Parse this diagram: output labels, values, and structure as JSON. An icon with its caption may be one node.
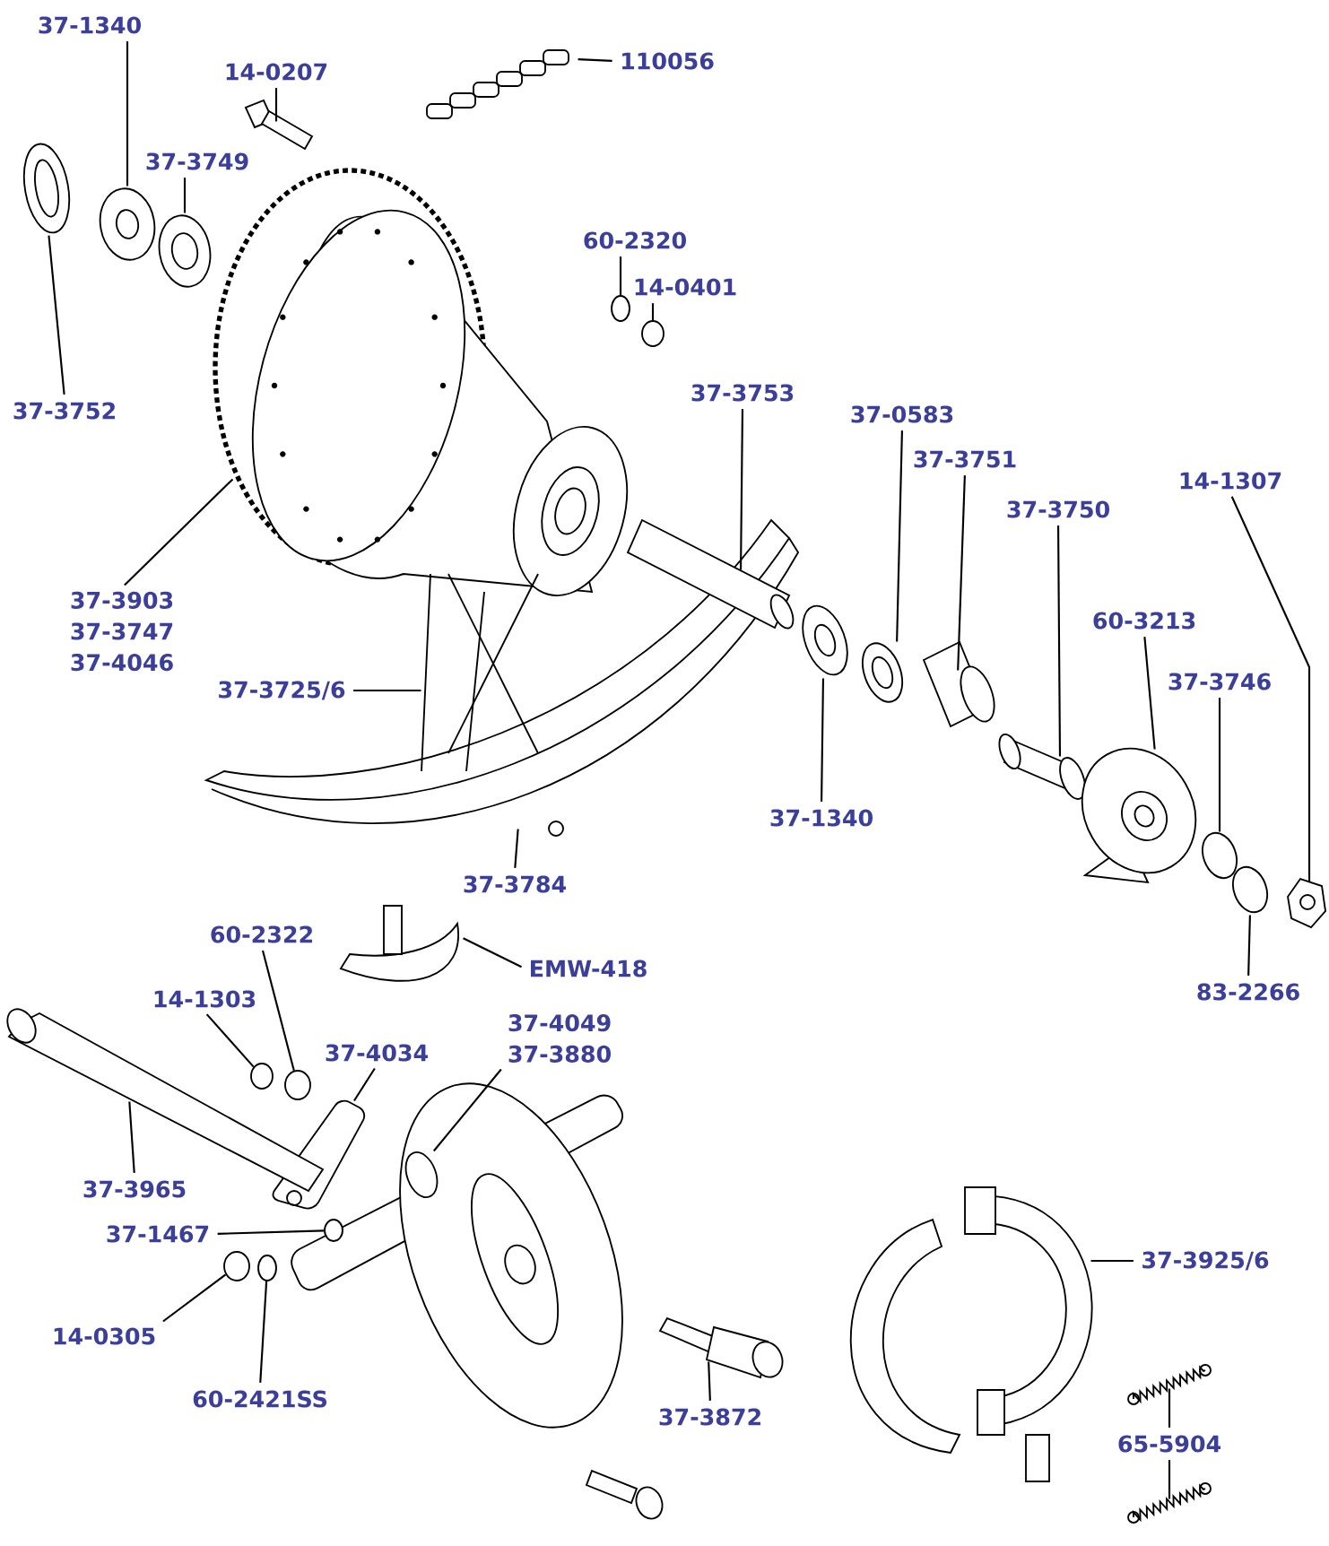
{
  "diagram": {
    "nodes": [
      {
        "text": [
          "37-1340"
        ]
      },
      {
        "text": [
          "14-0207"
        ]
      },
      {
        "text": [
          "110056"
        ]
      },
      {
        "text": [
          "37-3749"
        ]
      },
      {
        "text": [
          "37-3752"
        ]
      },
      {
        "text": [
          "60-2320"
        ]
      },
      {
        "text": [
          "14-0401"
        ]
      },
      {
        "text": [
          "37-3753"
        ]
      },
      {
        "text": [
          "37-0583"
        ]
      },
      {
        "text": [
          "37-3751"
        ]
      },
      {
        "text": [
          "37-3750"
        ]
      },
      {
        "text": [
          "14-1307"
        ]
      },
      {
        "text": [
          "60-3213"
        ]
      },
      {
        "text": [
          "37-3746"
        ]
      },
      {
        "text": [
          "37-1340"
        ]
      },
      {
        "text": [
          "37-3903",
          "37-3747",
          "37-4046"
        ]
      },
      {
        "text": [
          "37-3725/6"
        ]
      },
      {
        "text": [
          "37-3784"
        ]
      },
      {
        "text": [
          "83-2266"
        ]
      },
      {
        "text": [
          "60-2322"
        ]
      },
      {
        "text": [
          "EMW-418"
        ]
      },
      {
        "text": [
          "14-1303"
        ]
      },
      {
        "text": [
          "37-4034"
        ]
      },
      {
        "text": [
          "37-4049",
          "37-3880"
        ]
      },
      {
        "text": [
          "37-3965"
        ]
      },
      {
        "text": [
          "37-1467"
        ]
      },
      {
        "text": [
          "14-0305"
        ]
      },
      {
        "text": [
          "60-2421SS"
        ]
      },
      {
        "text": [
          "37-3872"
        ]
      },
      {
        "text": [
          "37-3925/6"
        ]
      },
      {
        "text": [
          "65-5904"
        ]
      },
      {
        "text": [],
        "shape": "picture"
      },
      {
        "text": [],
        "shape": "picture"
      },
      {
        "text": [],
        "shape": "picture"
      },
      {
        "text": [],
        "shape": "picture"
      },
      {
        "text": [],
        "shape": "picture"
      },
      {
        "text": [],
        "shape": "circle"
      },
      {
        "text": [],
        "shape": "circle"
      },
      {
        "text": [],
        "shape": "picture"
      },
      {
        "text": [],
        "shape": "picture"
      },
      {
        "text": [],
        "shape": "picture"
      },
      {
        "text": [],
        "shape": "picture"
      },
      {
        "text": [],
        "shape": "picture"
      },
      {
        "text": [],
        "shape": "picture"
      },
      {
        "text": [],
        "shape": "picture"
      },
      {
        "text": [],
        "shape": "picture"
      },
      {
        "text": [],
        "shape": "picture"
      },
      {
        "text": [],
        "shape": "picture"
      },
      {
        "text": [],
        "shape": "picture"
      },
      {
        "text": [],
        "shape": "picture"
      },
      {
        "text": [],
        "shape": "circle"
      },
      {
        "text": [],
        "shape": "picture"
      },
      {
        "text": [],
        "shape": "circle"
      },
      {
        "text": [],
        "shape": "picture"
      },
      {
        "text": [],
        "shape": "picture"
      },
      {
        "text": [],
        "shape": "picture"
      },
      {
        "text": [],
        "shape": "circle"
      },
      {
        "text": [],
        "shape": "circle"
      },
      {
        "text": [],
        "shape": "circle"
      },
      {
        "text": [],
        "shape": "picture"
      },
      {
        "text": [],
        "shape": "picture"
      },
      {
        "text": [],
        "shape": "picture"
      },
      {
        "text": [],
        "shape": "picture"
      }
    ],
    "edges": [
      {
        "from": 0,
        "to": 31,
        "arrow": "none"
      },
      {
        "from": 1,
        "to": 32,
        "arrow": "none"
      },
      {
        "from": 2,
        "to": 33,
        "arrow": "none"
      },
      {
        "from": 3,
        "to": 34,
        "arrow": "none"
      },
      {
        "from": 4,
        "to": 35,
        "arrow": "none"
      },
      {
        "from": 5,
        "to": 36,
        "arrow": "none"
      },
      {
        "from": 6,
        "to": 37,
        "arrow": "none"
      },
      {
        "from": 7,
        "to": 38,
        "arrow": "none"
      },
      {
        "from": 8,
        "to": 39,
        "arrow": "none"
      },
      {
        "from": 9,
        "to": 40,
        "arrow": "none"
      },
      {
        "from": 10,
        "to": 41,
        "arrow": "none"
      },
      {
        "from": 11,
        "to": 42,
        "arrow": "none"
      },
      {
        "from": 12,
        "to": 43,
        "arrow": "none"
      },
      {
        "from": 13,
        "to": 44,
        "arrow": "none"
      },
      {
        "from": 14,
        "to": 45,
        "arrow": "none"
      },
      {
        "from": 15,
        "to": 46,
        "arrow": "none"
      },
      {
        "from": 16,
        "to": 47,
        "arrow": "none"
      },
      {
        "from": 17,
        "to": 48,
        "arrow": "none"
      },
      {
        "from": 18,
        "to": 49,
        "arrow": "none"
      },
      {
        "from": 19,
        "to": 50,
        "arrow": "none"
      },
      {
        "from": 20,
        "to": 51,
        "arrow": "none"
      },
      {
        "from": 21,
        "to": 52,
        "arrow": "none"
      },
      {
        "from": 22,
        "to": 53,
        "arrow": "none"
      },
      {
        "from": 23,
        "to": 54,
        "arrow": "none"
      },
      {
        "from": 24,
        "to": 55,
        "arrow": "none"
      },
      {
        "from": 25,
        "to": 56,
        "arrow": "none"
      },
      {
        "from": 26,
        "to": 57,
        "arrow": "none"
      },
      {
        "from": 27,
        "to": 58,
        "arrow": "none"
      },
      {
        "from": 28,
        "to": 59,
        "arrow": "none"
      },
      {
        "from": 29,
        "to": 60,
        "arrow": "none"
      },
      {
        "from": 30,
        "to": 61,
        "arrow": "none"
      },
      {
        "from": 30,
        "to": 62,
        "arrow": "none"
      }
    ]
  }
}
